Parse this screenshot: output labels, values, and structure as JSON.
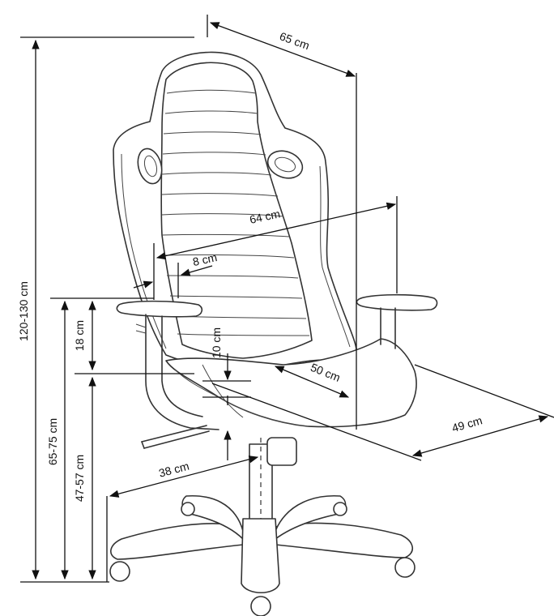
{
  "dimensions": {
    "total_height": "120-130 cm",
    "seat_height_range": "65-75 cm",
    "seat_height_lower": "47-57 cm",
    "armrest_height": "18 cm",
    "backrest_width": "65 cm",
    "seat_width": "64 cm",
    "armrest_width": "8 cm",
    "seat_thickness": "10 cm",
    "seat_depth": "50 cm",
    "overall_depth": "49 cm",
    "base_radius": "38 cm"
  }
}
